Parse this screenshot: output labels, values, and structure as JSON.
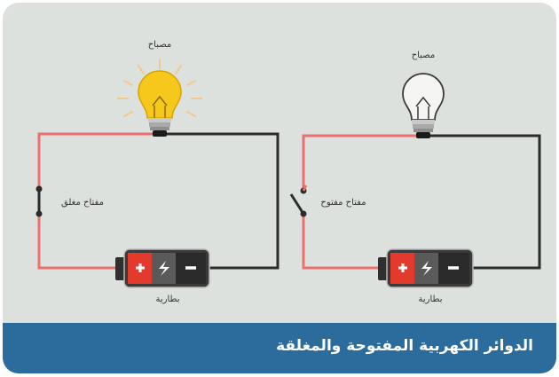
{
  "caption": "الدوائر الكهربية المفتوحة والمغلقة",
  "closed_circuit": {
    "lamp_label": "مصباح",
    "switch_label": "مفتاح مغلق",
    "battery_label": "بطارية"
  },
  "open_circuit": {
    "lamp_label": "مصباح",
    "switch_label": "مفتاح مفتوح",
    "battery_label": "بطارية"
  },
  "colors": {
    "positive_wire": "#e8716d",
    "negative_wire": "#2c2c2c",
    "bulb_lit": "#f6c81b",
    "caption_bar": "#2c6c9c",
    "background": "#dde1dd",
    "battery_red": "#e23a2c",
    "battery_dark": "#3a3a3a"
  }
}
